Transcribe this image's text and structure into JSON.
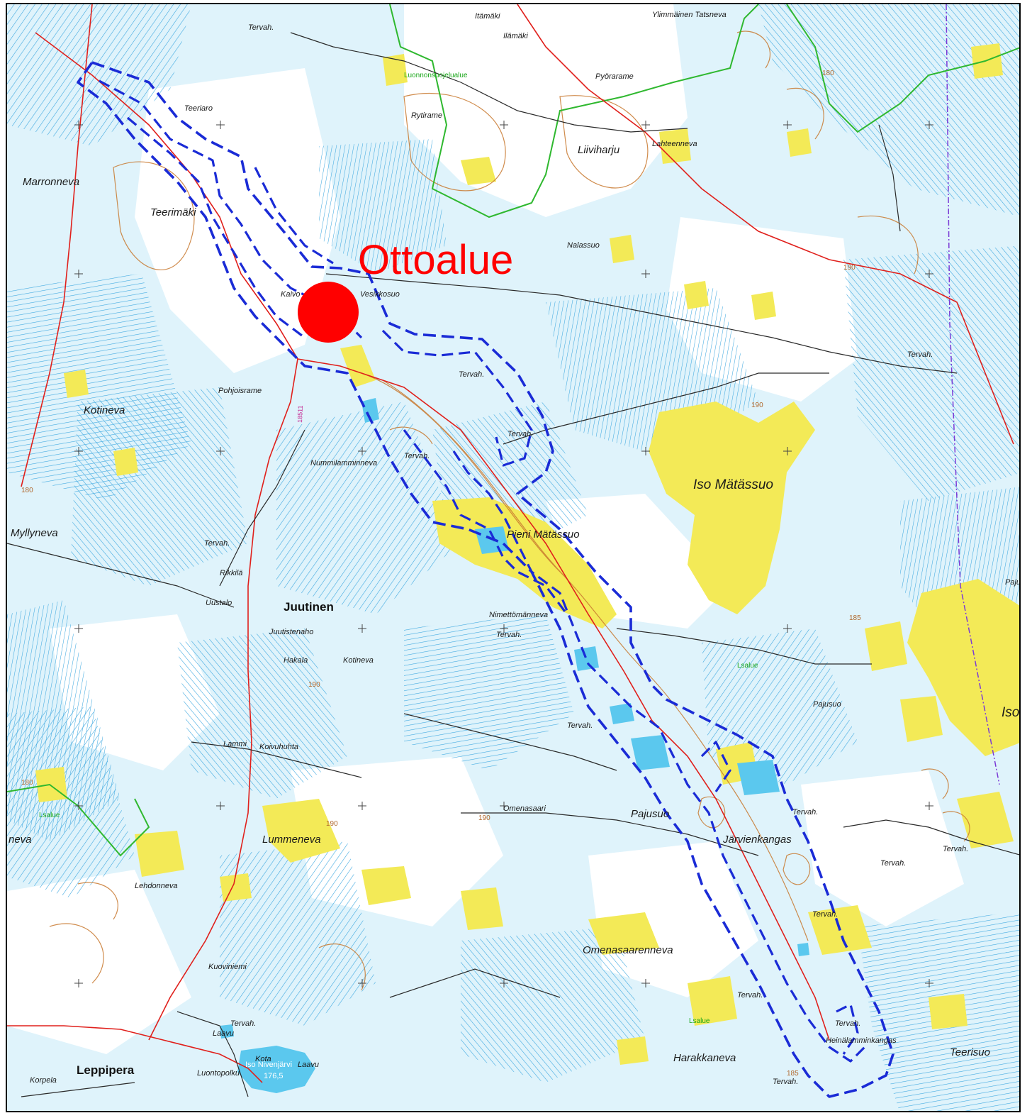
{
  "map": {
    "annotation": {
      "label": "Ottoalue",
      "marker_color": "#ff0000"
    },
    "boundary_color": "#1a2bd6",
    "colors": {
      "marsh_bg": "#dff3fb",
      "forest": "#ffffff",
      "hatch": "#3ea8e0",
      "open_bog": "#f3ea57",
      "water": "#5bc8ee",
      "road_main": "#e0201c",
      "road_small": "#222222",
      "contour": "#c8782e",
      "nature_reserve": "#2fb82f",
      "admin_border": "#7b3ad6"
    },
    "place_names": {
      "itamaki_top": "Itämäki",
      "ilamaki": "Ilämäki",
      "ylimmainen": "Ylimmäinen Tatsneva",
      "tervah_top": "Tervah.",
      "teeriaro": "Teeriaro",
      "marronneva": "Marronneva",
      "teerimaki": "Teerimäki",
      "luonnonsuojelualue": "Luonnonsuojelualue",
      "rytirame": "Rytirame",
      "pyorarame": "Pyörarame",
      "liiviharju": "Liiviharju",
      "lahteenneva": "Lahteenneva",
      "nalassuo": "Nalassuo",
      "vesikkosuo": "Vesikkosuo",
      "kaivo": "Kaivo",
      "pohjoisrame": "Pohjoisrame",
      "kotineva_1": "Kotineva",
      "numminneva": "Nummilamminneva",
      "iso_matassuo": "Iso Mätässuo",
      "pieni_matassuo": "Pieni Mätässuo",
      "myllyneva": "Myllyneva",
      "juutinen": "Juutinen",
      "juutistenaho": "Juutistenaho",
      "hakala": "Hakala",
      "kotineva_2": "Kotineva",
      "nimettomanneva": "Nimettömänneva",
      "iso_right": "Iso",
      "pajusuo_1": "Pajusuo",
      "pajusuo_2": "Pajusuo",
      "lammi": "Lammi",
      "koivuhuhta": "Koivuhuhta",
      "omenasaari": "Omenasaari",
      "jarvienkangas": "Järvienkangas",
      "lummeneva": "Lummeneva",
      "neva_left": "neva",
      "lehdonneva": "Lehdonneva",
      "omenasaarenneva": "Omenasaarenneva",
      "kuoviniemi": "Kuoviniemi",
      "harakkaneva": "Harakkaneva",
      "leppipera": "Leppipera",
      "teerisuo": "Teerisuo",
      "heinalamminkangas": "Heinälamminkangas",
      "laavu_1": "Laavu",
      "laavu_2": "Laavu",
      "kota": "Kota",
      "luontopolku": "Luontopolku",
      "korpela": "Korpela",
      "iso_nivenjarvi": "Iso Nivenjärvi",
      "lake_elev": "176,5",
      "pajuj_right": "Paju",
      "rikkila": "Rikkilä",
      "uustalo": "Uustalo"
    },
    "tervah_labels": [
      "Tervah.",
      "Tervah.",
      "Tervah.",
      "Tervah.",
      "Tervah.",
      "Tervah.",
      "Tervah.",
      "Tervah.",
      "Tervah.",
      "Tervah.",
      "Tervah.",
      "Tervah.",
      "Tervah.",
      "Tervah.",
      "Tervah."
    ],
    "elevations": [
      "180",
      "190",
      "190",
      "190",
      "190",
      "180",
      "180",
      "190",
      "185",
      "185"
    ],
    "road_number": "18511",
    "lsalue": [
      "Lsalue",
      "Lsalue",
      "Lsalue"
    ]
  }
}
